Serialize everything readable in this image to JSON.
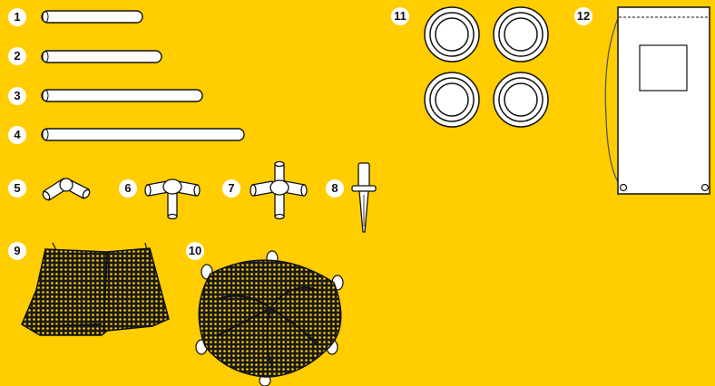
{
  "background_color": "#FFCD00",
  "parts": [
    {
      "number": "1",
      "icon": "short-pole-icon"
    },
    {
      "number": "2",
      "icon": "pole-icon"
    },
    {
      "number": "3",
      "icon": "long-pole-icon"
    },
    {
      "number": "4",
      "icon": "longest-pole-icon"
    },
    {
      "number": "5",
      "icon": "elbow-connector-icon"
    },
    {
      "number": "6",
      "icon": "three-way-connector-icon"
    },
    {
      "number": "7",
      "icon": "four-way-connector-icon"
    },
    {
      "number": "8",
      "icon": "ground-stake-icon"
    },
    {
      "number": "9",
      "icon": "mesh-side-panel-icon"
    },
    {
      "number": "10",
      "icon": "mesh-floor-icon"
    },
    {
      "number": "11",
      "icon": "foot-disc-icon"
    },
    {
      "number": "12",
      "icon": "carry-bag-icon"
    }
  ]
}
